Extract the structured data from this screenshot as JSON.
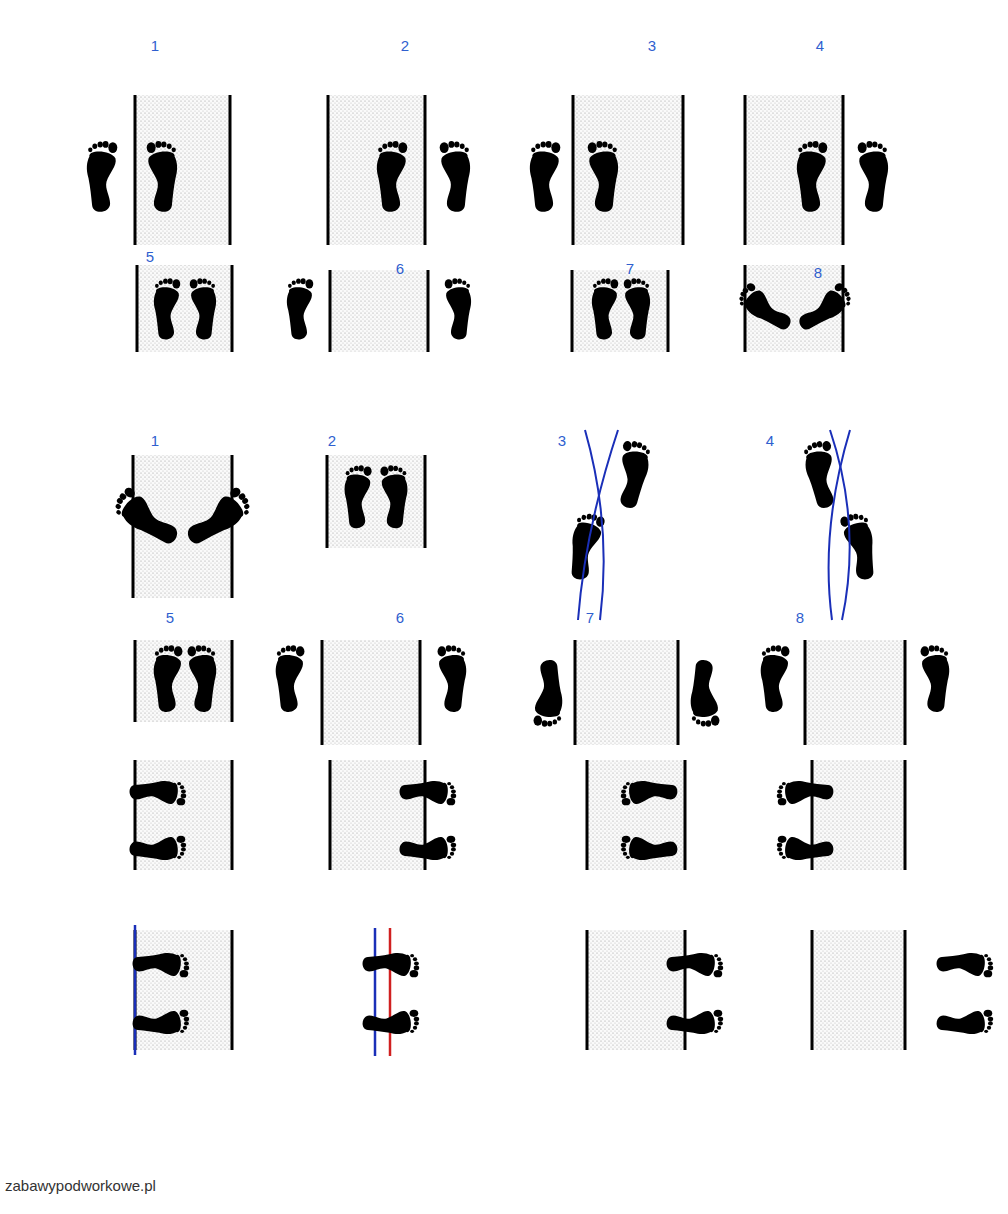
{
  "diagram": {
    "labels": [
      "1",
      "2",
      "3",
      "4",
      "5",
      "6",
      "7",
      "8",
      "1",
      "2",
      "3",
      "4",
      "5",
      "6",
      "7",
      "8",
      "zabawypodworkowe.pl"
    ]
  }
}
